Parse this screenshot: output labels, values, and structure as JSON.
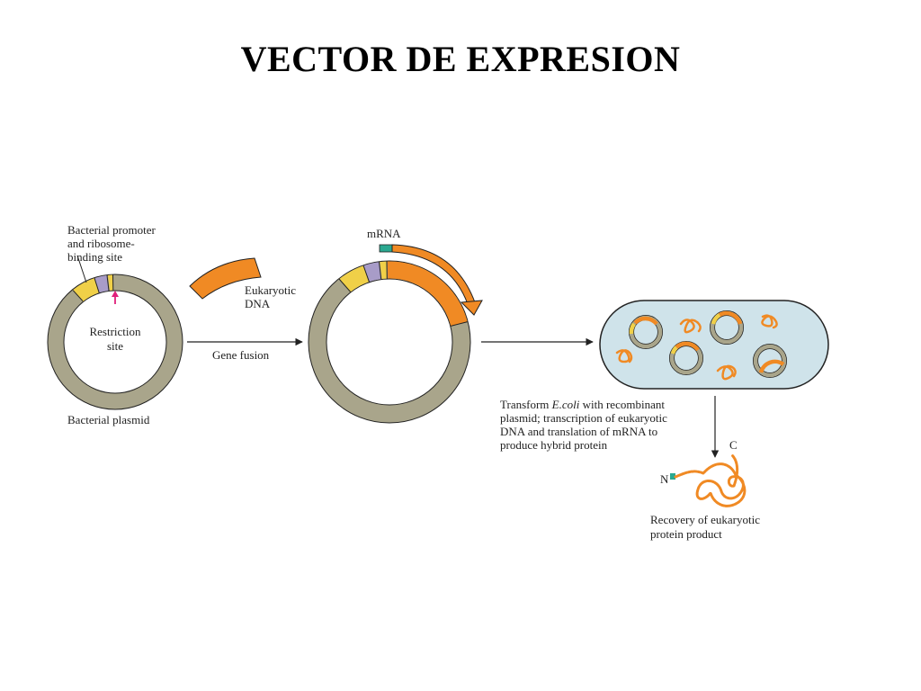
{
  "title": "VECTOR DE EXPRESION",
  "labels": {
    "promoter_line1": "Bacterial promoter",
    "promoter_line2": "and ribosome-",
    "promoter_line3": "binding site",
    "restriction_line1": "Restriction",
    "restriction_line2": "site",
    "bacterial_plasmid": "Bacterial plasmid",
    "eukaryotic_line1": "Eukaryotic",
    "eukaryotic_line2": "DNA",
    "gene_fusion": "Gene fusion",
    "mrna": "mRNA",
    "transform_prefix": "Transform ",
    "transform_ecoli": "E.coli",
    "transform_suffix": " with recombinant",
    "transform_line2": "plasmid; transcription of eukaryotic",
    "transform_line3": "DNA and translation of mRNA to",
    "transform_line4": "produce hybrid protein",
    "n_terminus": "N",
    "c_terminus": "C",
    "recovery_line1": "Recovery of eukaryotic",
    "recovery_line2": "protein product"
  },
  "colors": {
    "plasmid_ring": "#a9a58b",
    "promoter": "#f0d048",
    "rbs": "#a89cc8",
    "restriction_marker": "#e0207a",
    "eukaryotic_dna": "#f08a24",
    "mrna_start": "#2aa890",
    "cell_fill": "#cfe3ea",
    "outline": "#222222"
  }
}
